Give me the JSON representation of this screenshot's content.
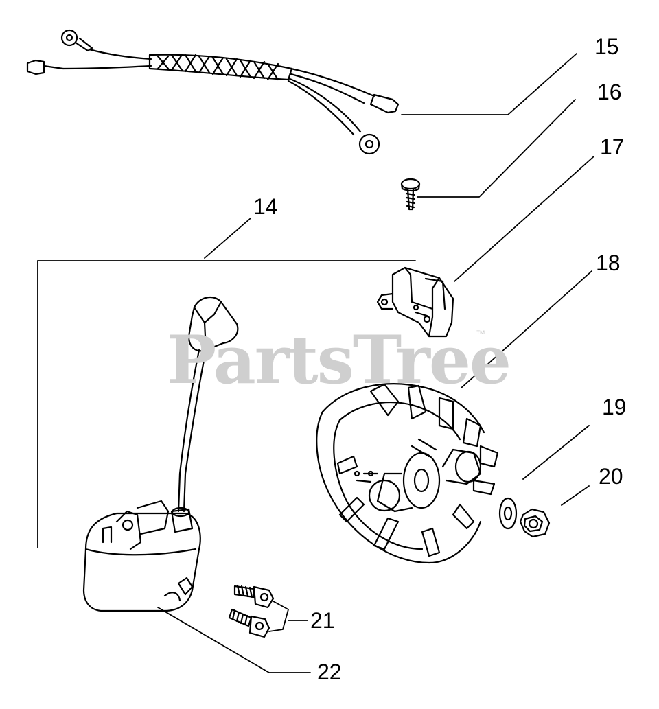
{
  "watermark": {
    "text": "PartsTree",
    "tm": "™"
  },
  "callouts": [
    "14",
    "15",
    "16",
    "17",
    "18",
    "19",
    "20",
    "21",
    "22"
  ],
  "colors": {
    "ink": "#000000",
    "watermark": "#cfcfcf",
    "background": "#ffffff"
  }
}
